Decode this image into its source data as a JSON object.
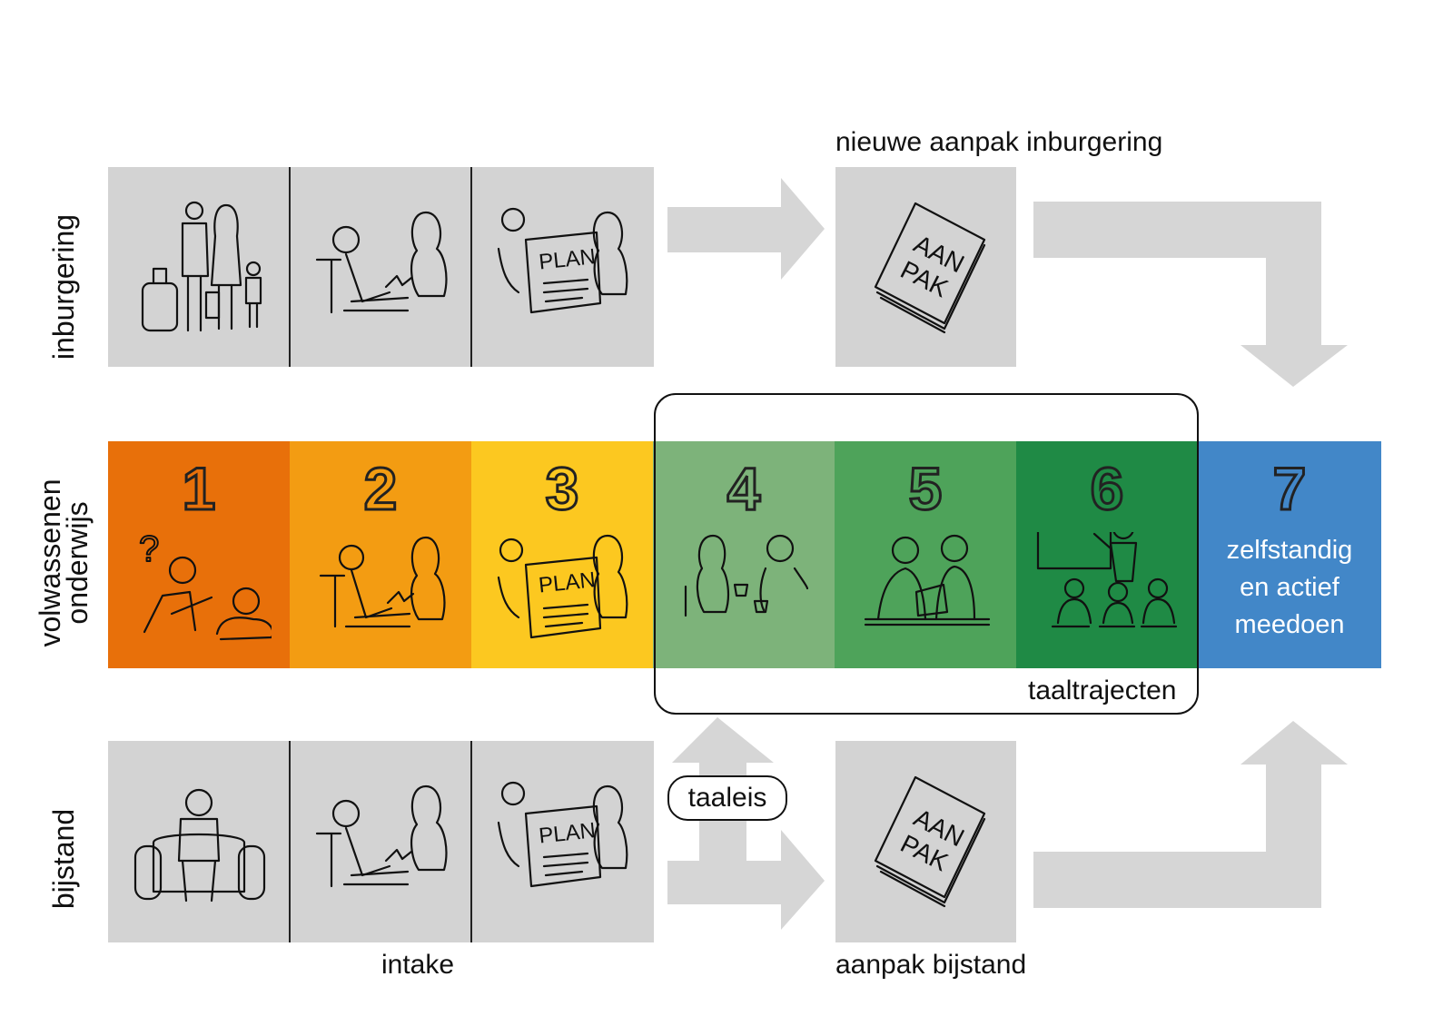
{
  "rows": {
    "top_label": "inburgering",
    "middle_label": "volwassenen\nonderwijs",
    "bottom_label": "bijstand"
  },
  "captions": {
    "top_right": "nieuwe aanpak inburgering",
    "bottom_left": "intake",
    "bottom_right": "aanpak bijstand",
    "language": "taaltrajecten",
    "language_requirement": "taaleis"
  },
  "book_text": {
    "line1": "AAN",
    "line2": "PAK"
  },
  "plan_text": "PLAN",
  "stages": [
    {
      "number": "1",
      "color": "#e8700a",
      "icon": "confused-person-with-baby-icon"
    },
    {
      "number": "2",
      "color": "#f39c12",
      "icon": "conversation-at-desk-icon"
    },
    {
      "number": "3",
      "color": "#fcc820",
      "icon": "plan-discussion-icon"
    },
    {
      "number": "4",
      "color": "#7db37a",
      "icon": "coffee-conversation-icon"
    },
    {
      "number": "5",
      "color": "#4ea35a",
      "icon": "study-together-icon"
    },
    {
      "number": "6",
      "color": "#1f8a45",
      "icon": "classroom-icon"
    },
    {
      "number": "7",
      "color": "#4287c8",
      "icon": ""
    }
  ],
  "final_stage_text": [
    "zelfstandig",
    "en actief",
    "meedoen"
  ],
  "colors": {
    "panel_gray": "#d3d3d3",
    "arrow_gray": "#d6d6d6"
  }
}
